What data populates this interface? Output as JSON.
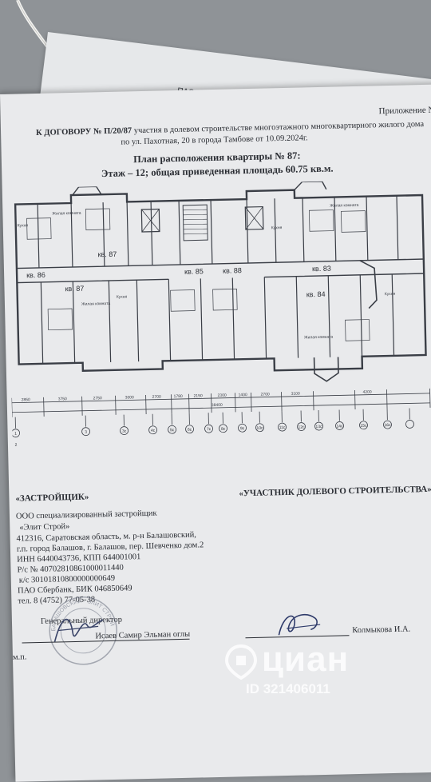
{
  "back_sheet": {
    "stamp_text": "ПАО СБЕРБА"
  },
  "header": {
    "appendix": "Приложение №",
    "contract_ref": "К ДОГОВОРУ № П/20/87",
    "contract_line1_rest": "участия в долевом строительстве многоэтажного многоквартирного жилого дома",
    "contract_line2": "по ул. Пахотная, 20  в города Тамбове от 10.09.2024г."
  },
  "plan": {
    "title": "План расположения квартиры № 87:",
    "subtitle": "Этаж – 12; общая приведенная площадь 60.75 кв.м.",
    "apartment_labels": [
      "кв. 86",
      "кв. 87",
      "кв. 85",
      "кв. 88",
      "кв. 87",
      "кв. 83",
      "кв. 84"
    ],
    "dimensions_top": [
      "2850",
      "3750",
      "2750",
      "3000",
      "2700",
      "1780",
      "2150",
      "2300",
      "1400",
      "2700",
      "3100",
      "4200"
    ],
    "dimension_total": "38400",
    "axis_labels": [
      "1",
      "2",
      "3",
      "3c",
      "4c",
      "5c",
      "6c",
      "7c",
      "8c",
      "9c",
      "10c",
      "11c",
      "12c",
      "13c",
      "14c",
      "15c",
      "16c"
    ],
    "room_label": "Кухня",
    "room_label_living": "Жилая комната"
  },
  "developer": {
    "heading": "«ЗАСТРОЙЩИК»",
    "lines": [
      "ООО специализированный застройщик",
      "«Элит Строй»",
      "412316, Саратовская область, м. р-н Балашовский,",
      "г.п. город Балашов, г. Балашов, пер. Шевченко дом.2",
      "ИНН 6440043736, КПП 644001001",
      "Р/с № 40702810861000011440",
      "к/с 30101810800000000649",
      "ПАО Сбербанк, БИК 046850649",
      "тел. 8 (4752) 77-05-38"
    ],
    "role": "Генеральный директор",
    "signatory": "Исаев Самир Эльман оглы",
    "mp": "м.п.",
    "seal_text": "БАЛАШОВСКИЙ · ЭЛИТ СТРОЙ"
  },
  "participant": {
    "heading": "«УЧАСТНИК ДОЛЕВОГО СТРОИТЕЛЬСТВА»",
    "signatory": "Колмыкова И.А."
  },
  "watermark": {
    "logo": "циан",
    "id": "ID 321406011"
  }
}
